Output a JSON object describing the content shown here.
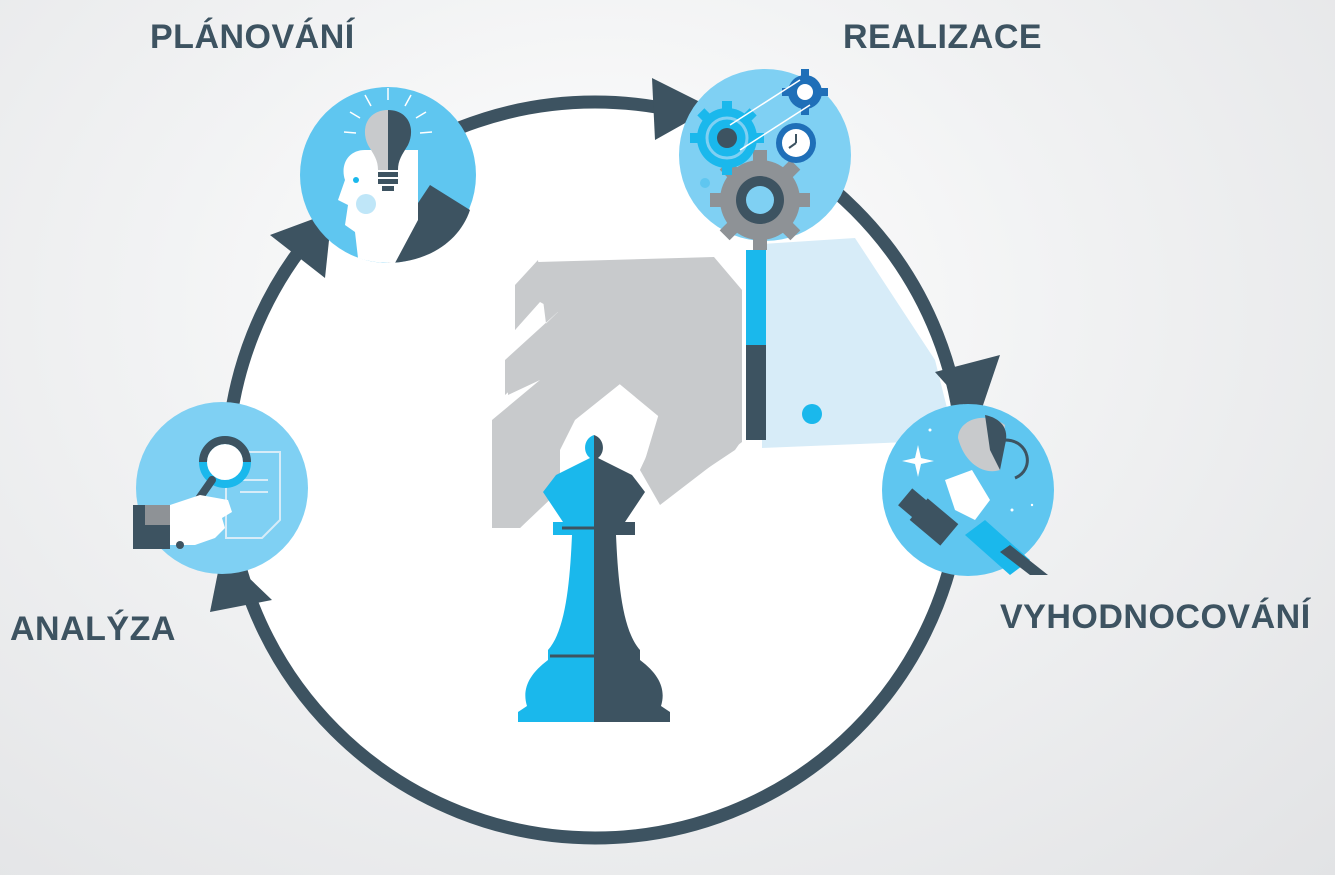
{
  "stages": {
    "planovani": {
      "label": "PLÁNOVÁNÍ",
      "icon": "lightbulb-head-icon"
    },
    "realizace": {
      "label": "REALIZACE",
      "icon": "gears-clock-icon"
    },
    "vyhodnocovani": {
      "label": "VYHODNOCOVÁNÍ",
      "icon": "trophy-hand-icon"
    },
    "analyza": {
      "label": "ANALÝZA",
      "icon": "magnifier-document-icon"
    }
  },
  "center": {
    "icon": "hand-chess-queen-icon"
  },
  "colors": {
    "dark": "#3d5361",
    "accent": "#1ab8ec",
    "light_blue": "#79cdf2",
    "light_blue_pale": "#d7ecf8",
    "gray": "#c8cacc",
    "white": "#ffffff"
  }
}
